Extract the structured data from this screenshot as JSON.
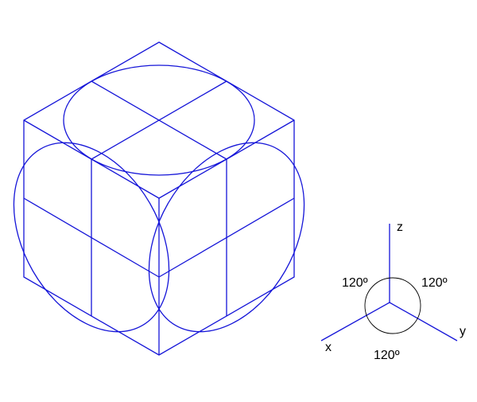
{
  "colors": {
    "cube": "#1515d8",
    "axes": "#1515d8",
    "angle_arc": "#000000",
    "text": "#000000",
    "background": "#ffffff"
  },
  "axes": {
    "x_label": "x",
    "y_label": "y",
    "z_label": "z"
  },
  "angles": {
    "left": "120º",
    "right": "120º",
    "bottom": "120º"
  }
}
